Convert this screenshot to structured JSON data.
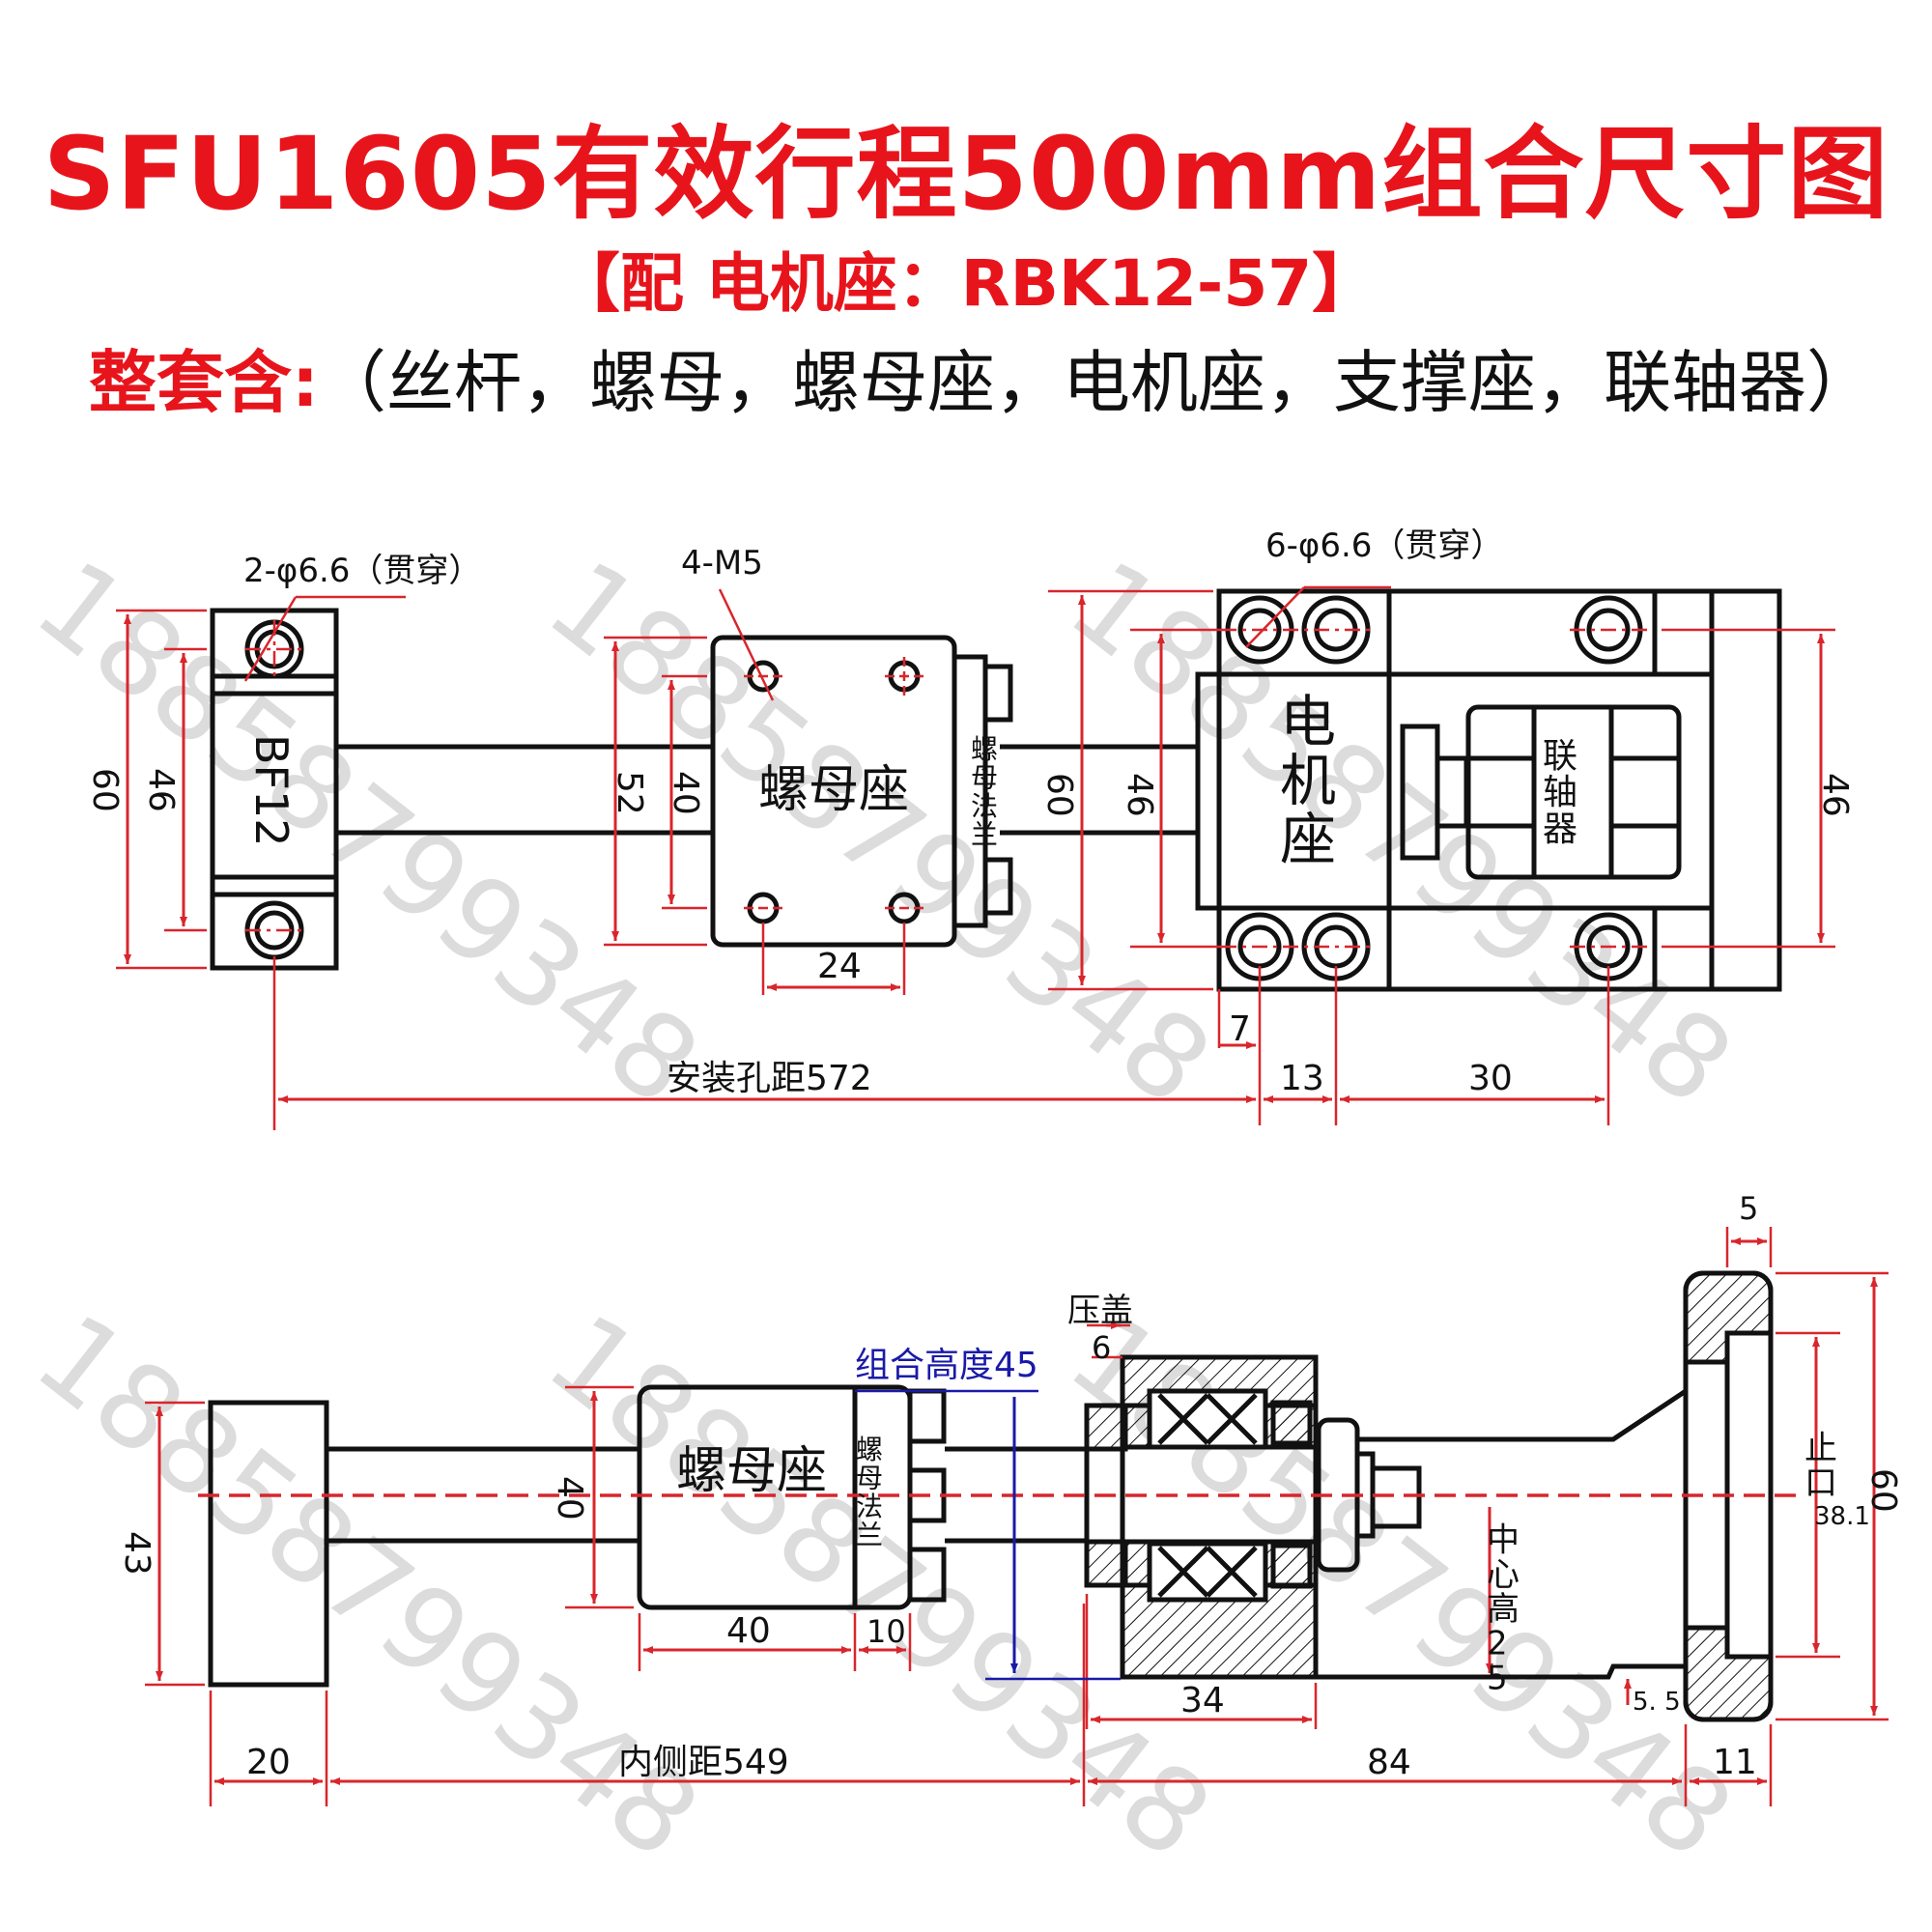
{
  "header": {
    "title": "SFU1605有效行程500mm组合尺寸图",
    "subtitle": "【配 电机座：RBK12-57】",
    "includes_label": "整套含:",
    "includes_items": "（丝杆，螺母，螺母座，电机座，支撑座，联轴器）"
  },
  "watermark": "18858799348",
  "top_view": {
    "support_label": "BF12",
    "support_hole_note": "2-φ6.6（贯穿）",
    "nut_seat_label": "螺母座",
    "nut_hole_note": "4-M5",
    "nut_flange_label": "螺母法兰",
    "motor_seat_label": "电机座",
    "motor_hole_note": "6-φ6.6（贯穿）",
    "coupling_label": "联轴器",
    "dim_60a": "60",
    "dim_46a": "46",
    "dim_52": "52",
    "dim_40a": "40",
    "dim_60b": "60",
    "dim_46b": "46",
    "dim_46c": "46",
    "dim_24": "24",
    "dim_7": "7",
    "dim_13": "13",
    "dim_30": "30",
    "dim_install": "安装孔距572"
  },
  "side_view": {
    "nut_seat_label": "螺母座",
    "nut_flange_label": "螺母法兰",
    "combo_height": "组合高度45",
    "cover_label": "压盖",
    "dim_6": "6",
    "dim_5": "5",
    "dim_43": "43",
    "dim_40": "40",
    "dim_40w": "40",
    "dim_10": "10",
    "dim_34": "34",
    "center_height": "中心高25",
    "spigot_label": "止口",
    "dim_38": "38.1",
    "dim_60": "60",
    "dim_5_5": "5. 5",
    "dim_20": "20",
    "dim_inner": "内侧距549",
    "dim_84": "84",
    "dim_11": "11"
  },
  "colors": {
    "title": "#e8141c",
    "dimension": "#d8262c",
    "line": "#111111",
    "combo": "#1a1aa8"
  }
}
